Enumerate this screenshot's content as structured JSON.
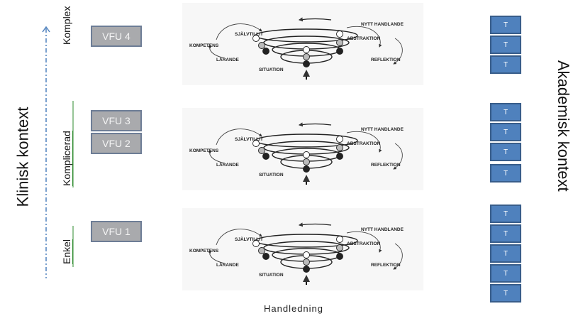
{
  "left_axis": {
    "title": "Klinisk kontext",
    "levels": [
      "Enkel",
      "Komplicerad",
      "Komplex"
    ]
  },
  "vfu_boxes": [
    "VFU 4",
    "VFU 3",
    "VFU 2",
    "VFU 1"
  ],
  "cycle_labels": {
    "kompetens": "KOMPETENS",
    "sjalvtillit": "SJÄLVTILLIT",
    "larande": "LÄRANDE",
    "situation": "SITUATION",
    "nytt_handlande": "NYTT HANDLANDE",
    "abstraktion": "ABSTRAKTION",
    "reflektion": "REFLEKTION"
  },
  "caption": "Handledning",
  "right_axis": {
    "title": "Akademisk kontext"
  },
  "t_label": "T",
  "colors": {
    "vfu_fill": "#a9aaad",
    "vfu_border": "#6d7d96",
    "t_fill": "#4f81bd",
    "t_border": "#385d8a",
    "axis_line": "#4f81bd",
    "level_underline": "#2e8b2e"
  }
}
